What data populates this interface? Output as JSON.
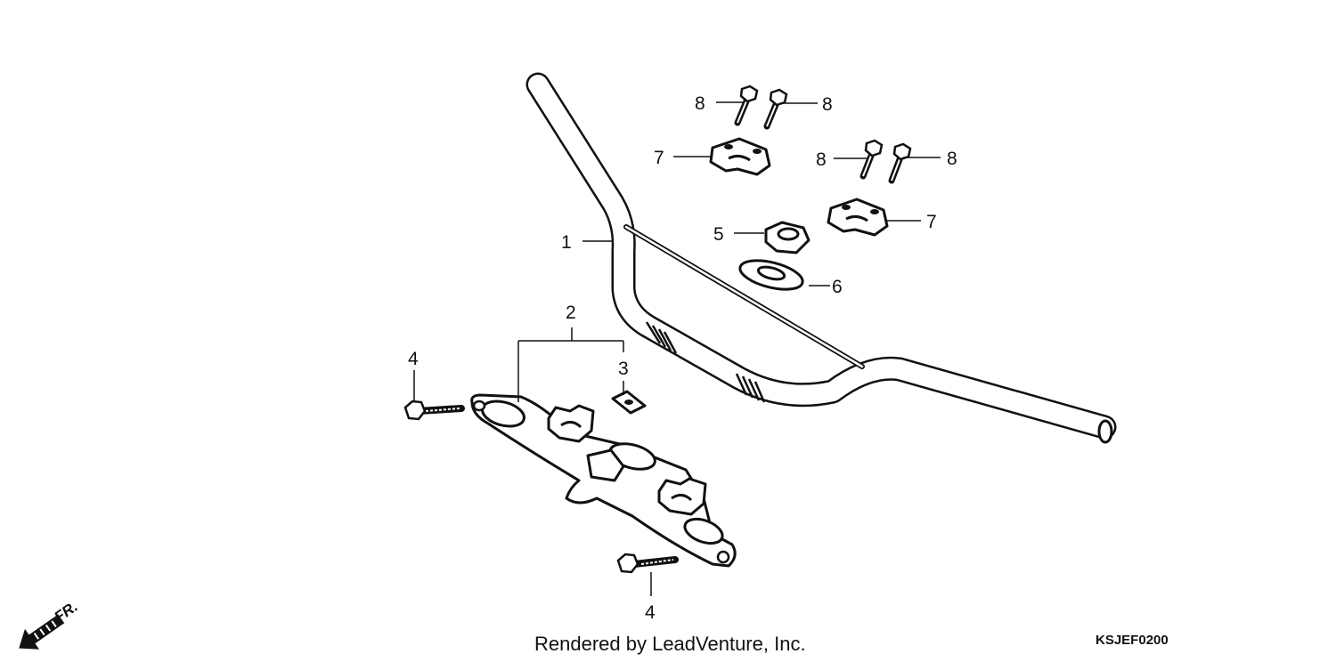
{
  "diagram": {
    "callouts": {
      "handlebar": "1",
      "top_bridge": "2",
      "nut_plate": "3",
      "bridge_bolt_left": "4",
      "bridge_bolt_bottom": "4",
      "nut": "5",
      "washer": "6",
      "upper_holder_left": "7",
      "upper_holder_right": "7",
      "bolt_a": "8",
      "bolt_b": "8",
      "bolt_c": "8",
      "bolt_d": "8"
    },
    "direction_label": "FR.",
    "credit": "Rendered by LeadVenture, Inc.",
    "diagram_code": "KSJEF0200"
  },
  "colors": {
    "ink": "#111111",
    "background": "#ffffff",
    "fill": "#ffffff"
  }
}
